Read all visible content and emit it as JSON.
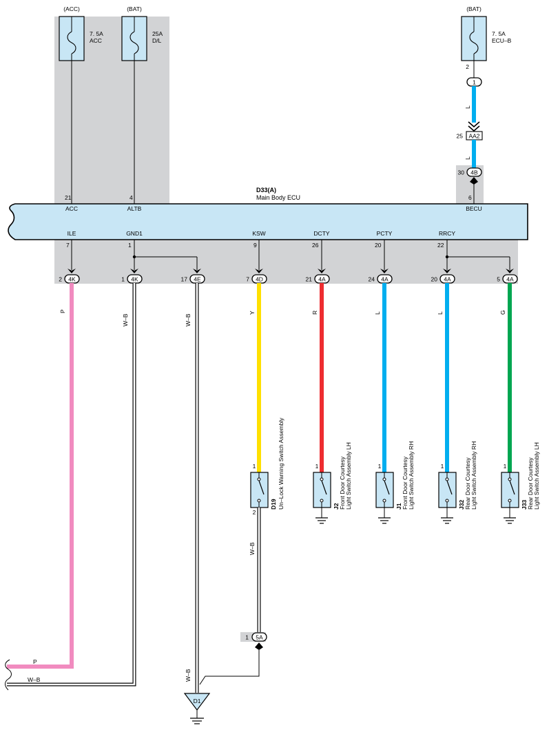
{
  "fuses": {
    "acc": {
      "source": "(ACC)",
      "rating": "7. 5A",
      "name": "ACC"
    },
    "dl": {
      "source": "(BAT)",
      "rating": "25A",
      "name": "D/L"
    },
    "ecub": {
      "source": "(BAT)",
      "rating": "7. 5A",
      "name": "ECU–B"
    }
  },
  "ecu": {
    "ref": "D33(A)",
    "name": "Main Body ECU",
    "top_pins": [
      {
        "pin": "21",
        "name": "ACC"
      },
      {
        "pin": "4",
        "name": "ALTB"
      },
      {
        "pin": "6",
        "name": "BECU"
      }
    ],
    "bottom_pins": [
      {
        "pin": "7",
        "name": "ILE"
      },
      {
        "pin": "1",
        "name": "GND1"
      },
      {
        "pin": "9",
        "name": "KSW"
      },
      {
        "pin": "26",
        "name": "DCTY"
      },
      {
        "pin": "20",
        "name": "PCTY"
      },
      {
        "pin": "22",
        "name": "RRCY"
      }
    ]
  },
  "becu_path": {
    "fuse_pin": "2",
    "conn_1": "1",
    "wire_color_1": "L",
    "aa2_pin": "25",
    "aa2": "AA2",
    "wire_color_2": "L",
    "conn_4b_pin": "30",
    "conn_4b": "4B"
  },
  "branches": [
    {
      "pin": "2",
      "conn": "4K",
      "wire": "P"
    },
    {
      "pin": "1",
      "conn": "4K",
      "wire": "W–B"
    },
    {
      "pin": "17",
      "conn": "4E",
      "wire": "W–B"
    },
    {
      "pin": "7",
      "conn": "4D",
      "wire": "Y"
    },
    {
      "pin": "21",
      "conn": "4A",
      "wire": "R"
    },
    {
      "pin": "24",
      "conn": "4A",
      "wire": "L"
    },
    {
      "pin": "20",
      "conn": "4A",
      "wire": "L"
    },
    {
      "pin": "5",
      "conn": "4A",
      "wire": "G"
    }
  ],
  "switches": [
    {
      "ref": "D19",
      "name": "Un–Lock Warning Switch Assembly",
      "pin_top": "1",
      "pin_bottom": "2"
    },
    {
      "ref": "J2",
      "line1": "Front Door Courtesy",
      "line2": "Light Switch Assembly LH",
      "pin_top": "1"
    },
    {
      "ref": "J1",
      "line1": "Front Door Courtesy",
      "line2": "Light Switch Assembly RH",
      "pin_top": "1"
    },
    {
      "ref": "J32",
      "line1": "Rear Door Courtesy",
      "line2": "Light Switch Assembly RH",
      "pin_top": "1"
    },
    {
      "ref": "J33",
      "line1": "Rear Door Courtesy",
      "line2": "Light Switch Assembly LH",
      "pin_top": "1"
    }
  ],
  "d19_ground": {
    "wire": "W–B",
    "conn_pin": "1",
    "conn": "5A"
  },
  "ground": {
    "wire": "W–B",
    "point": "D1"
  },
  "offpage": {
    "p_label": "P",
    "wb_label": "W–B"
  },
  "colors": {
    "ecu_fill": "#c8e6f5",
    "gray": "#d2d3d5",
    "pink": "#f18bbf",
    "yellow": "#ffe000",
    "red": "#ee2d30",
    "blue": "#00aeef",
    "green": "#00a651"
  }
}
